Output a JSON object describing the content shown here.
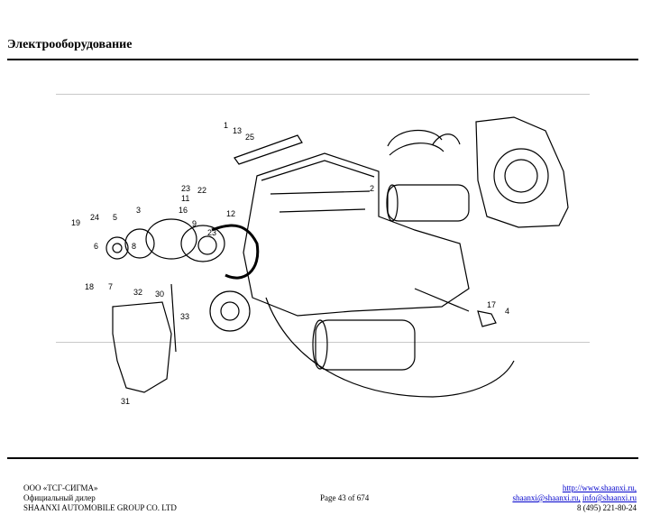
{
  "header": {
    "title": "Электрооборудование"
  },
  "diagram": {
    "callouts": [
      "1",
      "13",
      "25",
      "2",
      "23",
      "22",
      "11",
      "16",
      "12",
      "9",
      "23",
      "24",
      "5",
      "3",
      "19",
      "6",
      "8",
      "7",
      "18",
      "32",
      "30",
      "33",
      "31",
      "17",
      "4"
    ]
  },
  "footer": {
    "left": [
      "ООО «ТСГ-СИГМА»",
      "Официальный дилер",
      "SHAANXI AUTOMOBILE GROUP CO. LTD"
    ],
    "center": "Page 43 of 674",
    "right": {
      "url": "http://www.shaanxi.ru,",
      "email1": "shaanxi@shaanxi.ru,",
      "email2": "info@shaanxi.ru",
      "phone": "8 (495) 221-80-24"
    }
  }
}
